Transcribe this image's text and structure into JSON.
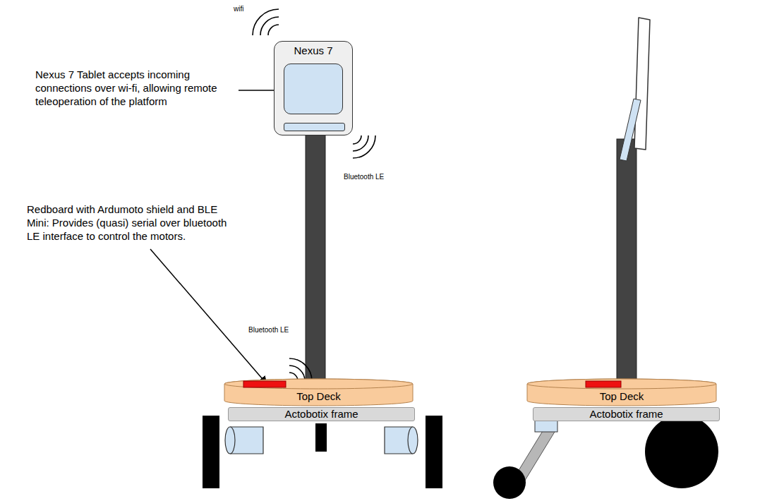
{
  "diagram": {
    "nodes": [
      {
        "text": [
          "Nexus 7"
        ]
      },
      {
        "text": [
          "Top Deck"
        ]
      },
      {
        "text": [
          "Actobotix frame"
        ]
      },
      {
        "text": [
          "Top Deck"
        ]
      },
      {
        "text": [
          "Actobotix frame"
        ]
      }
    ],
    "labels": [
      "wifi",
      "Nexus 7 Tablet accepts incoming connections over wi-fi, allowing remote teleoperation of the platform",
      "Bluetooth LE",
      "Redboard with Ardumoto shield and BLE Mini: Provides (quasi) serial over bluetooth LE interface to control the motors.",
      "Bluetooth LE"
    ]
  }
}
